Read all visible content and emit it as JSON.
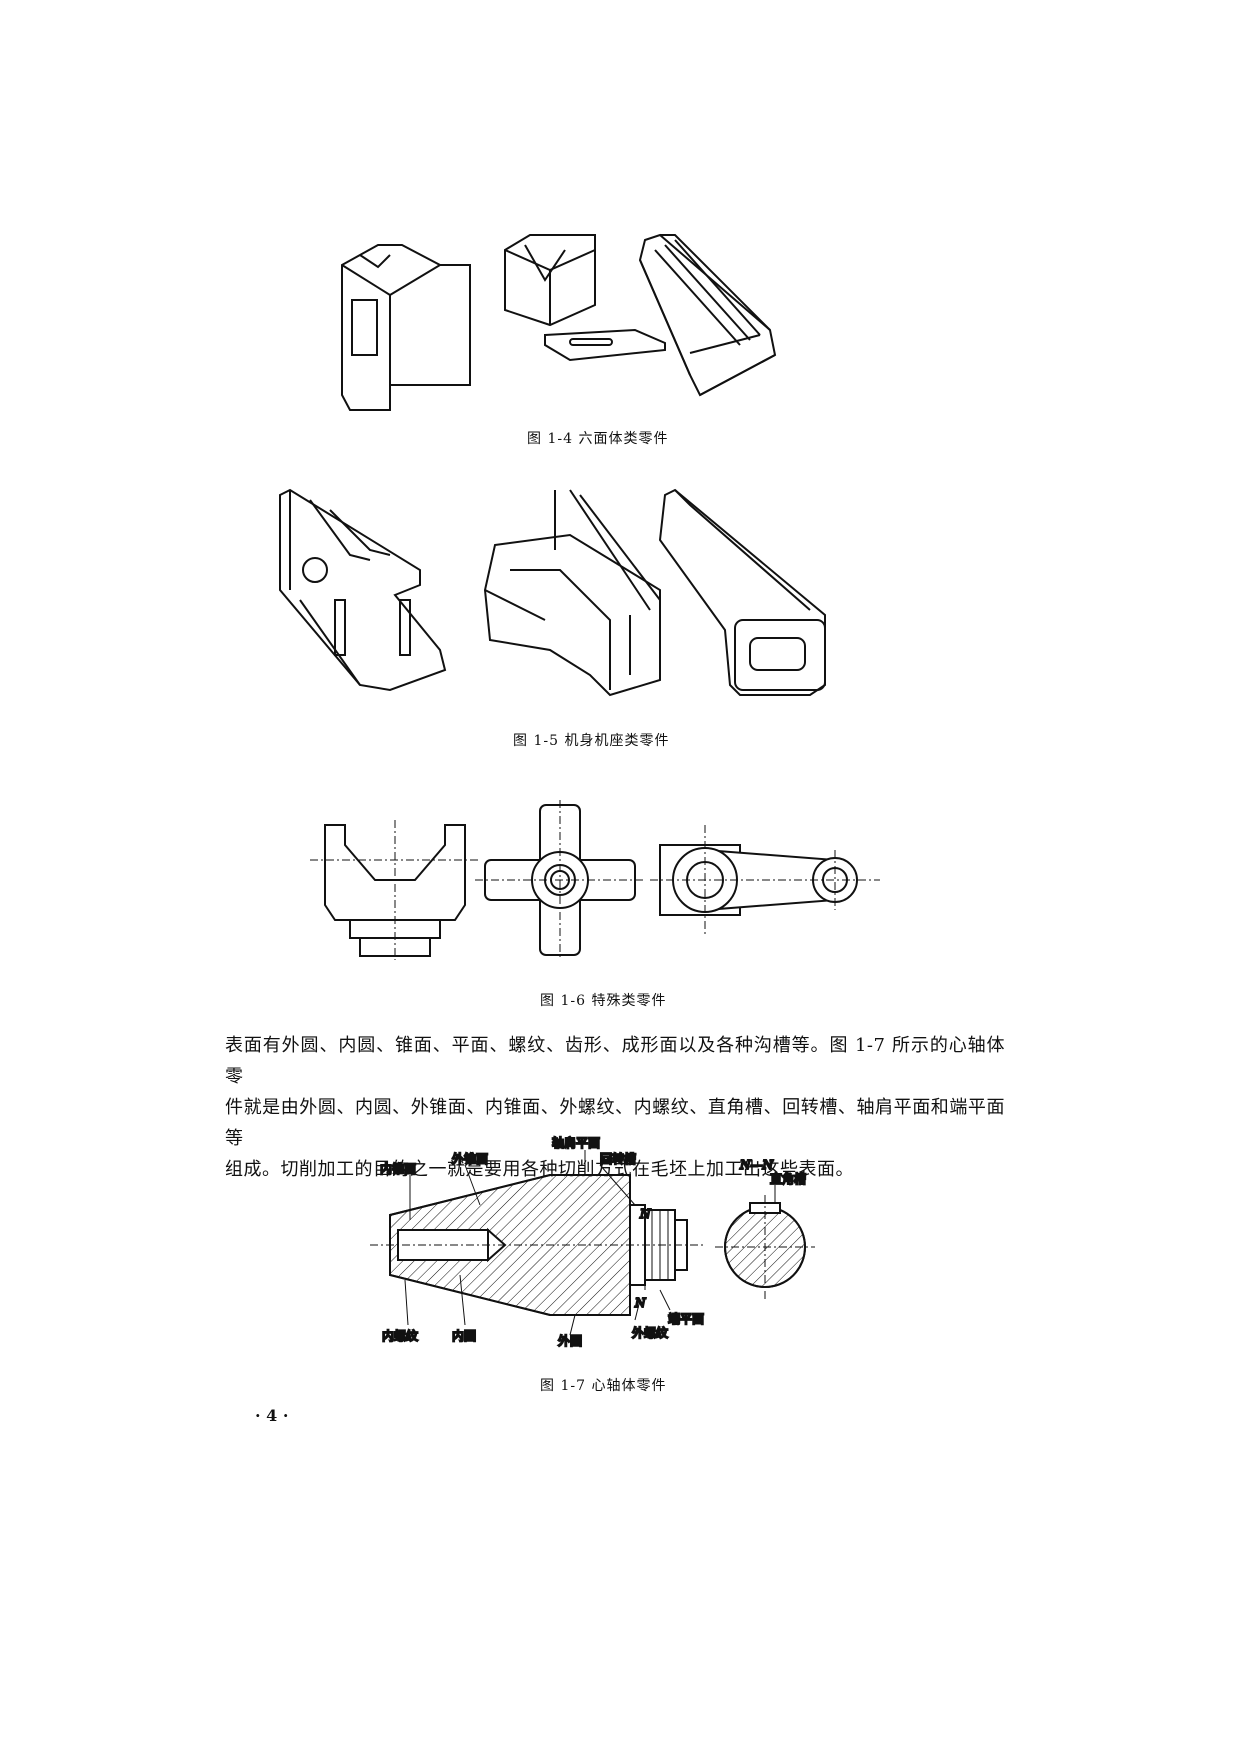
{
  "figures": {
    "fig14": {
      "caption": "图 1-4   六面体类零件"
    },
    "fig15": {
      "caption": "图 1-5   机身机座类零件"
    },
    "fig16": {
      "caption": "图 1-6   特殊类零件"
    },
    "fig17": {
      "caption": "图 1-7   心轴体零件",
      "labels": {
        "shoulder_face": "轴肩平面",
        "inner_cone": "内锥面",
        "outer_cone": "外锥面",
        "rotary_groove": "回转槽",
        "section": "N—N",
        "right_angle_groove": "直角槽",
        "n_top": "N",
        "n_bottom": "N",
        "end_face": "端平面",
        "external_thread": "外螺纹",
        "internal_thread": "内螺纹",
        "inner_circle": "内圆",
        "outer_circle": "外圆"
      }
    }
  },
  "body_text": [
    "表面有外圆、内圆、锥面、平面、螺纹、齿形、成形面以及各种沟槽等。图 1-7 所示的心轴体零",
    "件就是由外圆、内圆、外锥面、内锥面、外螺纹、内螺纹、直角槽、回转槽、轴肩平面和端平面等",
    "组成。切削加工的目的之一就是要用各种切削方式在毛坯上加工出这些表面。"
  ],
  "page_number": "· 4 ·"
}
